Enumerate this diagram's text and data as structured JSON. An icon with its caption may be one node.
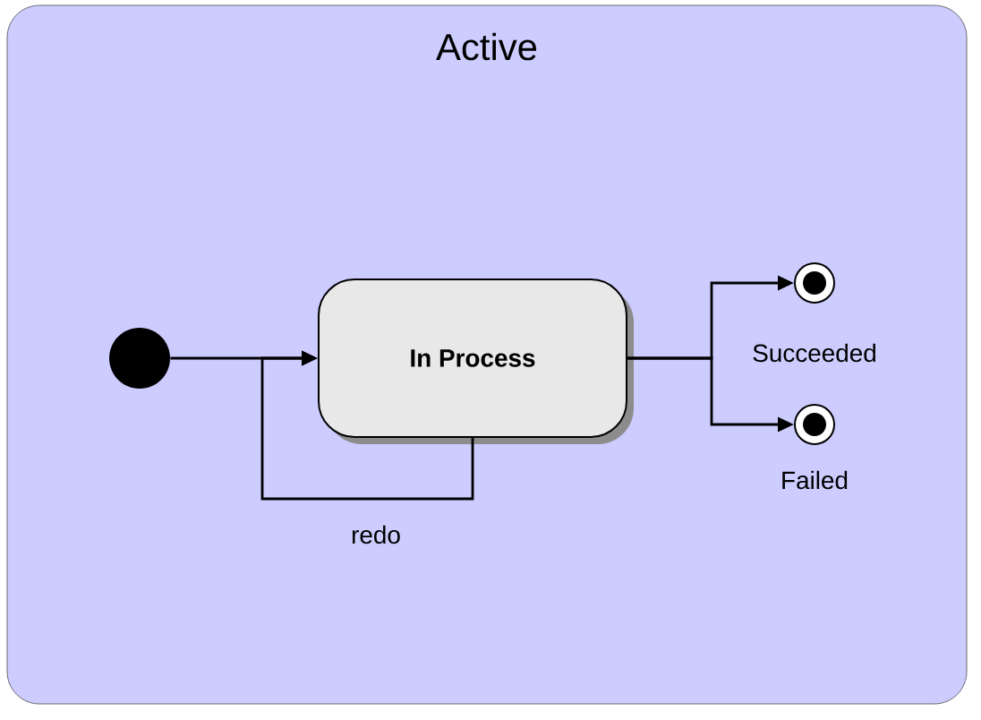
{
  "diagram": {
    "nodes": [
      {
        "text": [
          "Active"
        ]
      },
      {
        "text": [],
        "shape": "circle",
        "in": 0
      },
      {
        "text": [
          "In Process"
        ],
        "in": 0
      },
      {
        "text": [],
        "shape": "circle",
        "in": 0,
        "beside": [
          "Succeeded"
        ]
      },
      {
        "text": [],
        "shape": "circle",
        "in": 0,
        "beside": [
          "Failed"
        ]
      }
    ],
    "edges": [
      {
        "from": 1,
        "to": 2,
        "arrow": "to"
      },
      {
        "from": 2,
        "to": 2,
        "arrow": "to",
        "label": "redo"
      },
      {
        "from": 2,
        "to": 3,
        "arrow": "to"
      },
      {
        "from": 2,
        "to": 4,
        "arrow": "to"
      }
    ]
  }
}
